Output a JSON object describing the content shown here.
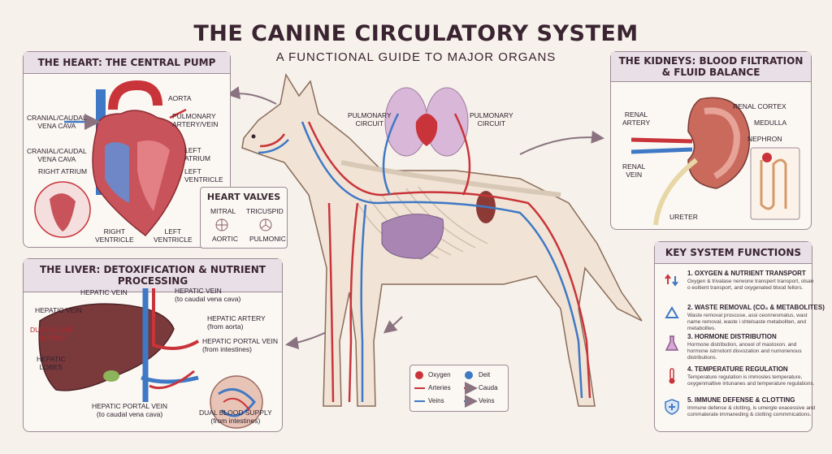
{
  "title": "THE CANINE CIRCULATORY SYSTEM",
  "subtitle": "A FUNCTIONAL GUIDE TO MAJOR ORGANS",
  "heart_panel": {
    "header": "THE HEART: THE CENTRAL PUMP",
    "labels": {
      "aorta": "AORTA",
      "vena_cava_1": "CRANIAL/CAUDAL\nVENA CAVA",
      "pulmonary": "PULMONARY\nARTERY/VEIN",
      "vena_cava_2": "CRANIAL/CAUDAL\nVENA CAVA",
      "left_atrium": "LEFT\nATRIUM",
      "right_atrium": "RIGHT ATRIUM",
      "left_ventricle_1": "LEFT\nVENTRICLE",
      "right_ventricle": "RIGHT\nVENTRICLE",
      "left_ventricle_2": "LEFT\nVENTRICLE"
    },
    "valves": {
      "title": "HEART VALVES",
      "mitral": "MITRAL",
      "tricuspid": "TRICUSPID",
      "aortic": "AORTIC",
      "pulmonic": "PULMONIC"
    }
  },
  "dog": {
    "pulmonary_left": "PULMONARY\nCIRCUIT",
    "pulmonary_right": "PULMONARY\nCIRCUIT"
  },
  "kidney_panel": {
    "header": "THE KIDNEYS: BLOOD FILTRATION\n& FLUID BALANCE",
    "labels": {
      "renal_artery": "RENAL\nARTERY",
      "renal_cortex": "RENAL CORTEX",
      "medulla": "MEDULLA",
      "nephron": "NEPHRON",
      "renal_vein": "RENAL\nVEIN",
      "ureter": "URETER"
    }
  },
  "liver_panel": {
    "header": "THE LIVER: DETOXIFICATION & NUTRIENT PROCESSING",
    "labels": {
      "hepatic_vein_top": "HEPATIC VEIN",
      "hepatic_vein_top_sub": "HEPATIC VEIN\n(to caudal vena cava)",
      "hepatic_vein_left": "HEPATIC VEIN",
      "dual_blood_supply": "DUAL BLOOD\nSUPPLY",
      "hepatic_lobes": "HEPATIC\nLOBES",
      "hepatic_artery": "HEPATIC ARTERY\n(from aorta)",
      "hepatic_portal_vein": "HEPATIC PORTAL VEIN\n(from intestines)",
      "hepatic_portal_vein_bottom": "HEPATIC PORTAL VEIN\n(to caudal vena cava)",
      "dual_blood_supply_bottom": "DUAL BLOOD SUPPLY\n(from intestines)"
    }
  },
  "functions_panel": {
    "header": "KEY SYSTEM FUNCTIONS",
    "items": [
      {
        "icon": "transport-arrows-icon",
        "title": "1. OXYGEN & NUTRIENT TRANSPORT",
        "text": "Oxygen & trivalase nerwone transpert transport, olsan o eoitient transport, and oxygenated blood fellors."
      },
      {
        "icon": "recycle-icon",
        "title": "2. WASTE REMOVAL (CO₂ & METABOLITES)",
        "text": "Waste removal proscuse, assi ceonnesmatus, wast name removal, waste i shtelsaste metaboliten, and metabolites."
      },
      {
        "icon": "flask-icon",
        "title": "3. HORMONE DISTRIBUTION",
        "text": "Hormone distribution, anceol of mastoxon. and hormone istrnotont disvozation and numonenous distributions."
      },
      {
        "icon": "thermometer-icon",
        "title": "4. TEMPERATURE REGULATION",
        "text": "Temperature regulation is immosles temperature, oxygenmaltive intunanes and temperature regulations."
      },
      {
        "icon": "shield-icon",
        "title": "5. IMMUNE DEFENSE & CLOTTING",
        "text": "Immune defense & clotting, is umergle exacessive and commaterate immaneding & clotting commmications."
      }
    ]
  },
  "legend": {
    "oxygen": "Oxygen",
    "deit": "Deit",
    "arteries": "Arteries",
    "cauda": "Cauda",
    "veins_1": "Veins",
    "veins_2": "Veins"
  },
  "colors": {
    "artery": "#c9343a",
    "vein": "#3f78c4",
    "liver": "#7a3a3c",
    "kidney": "#c96a5c",
    "panel_border": "#9c8a97",
    "header_bg": "#e9dfe6"
  }
}
